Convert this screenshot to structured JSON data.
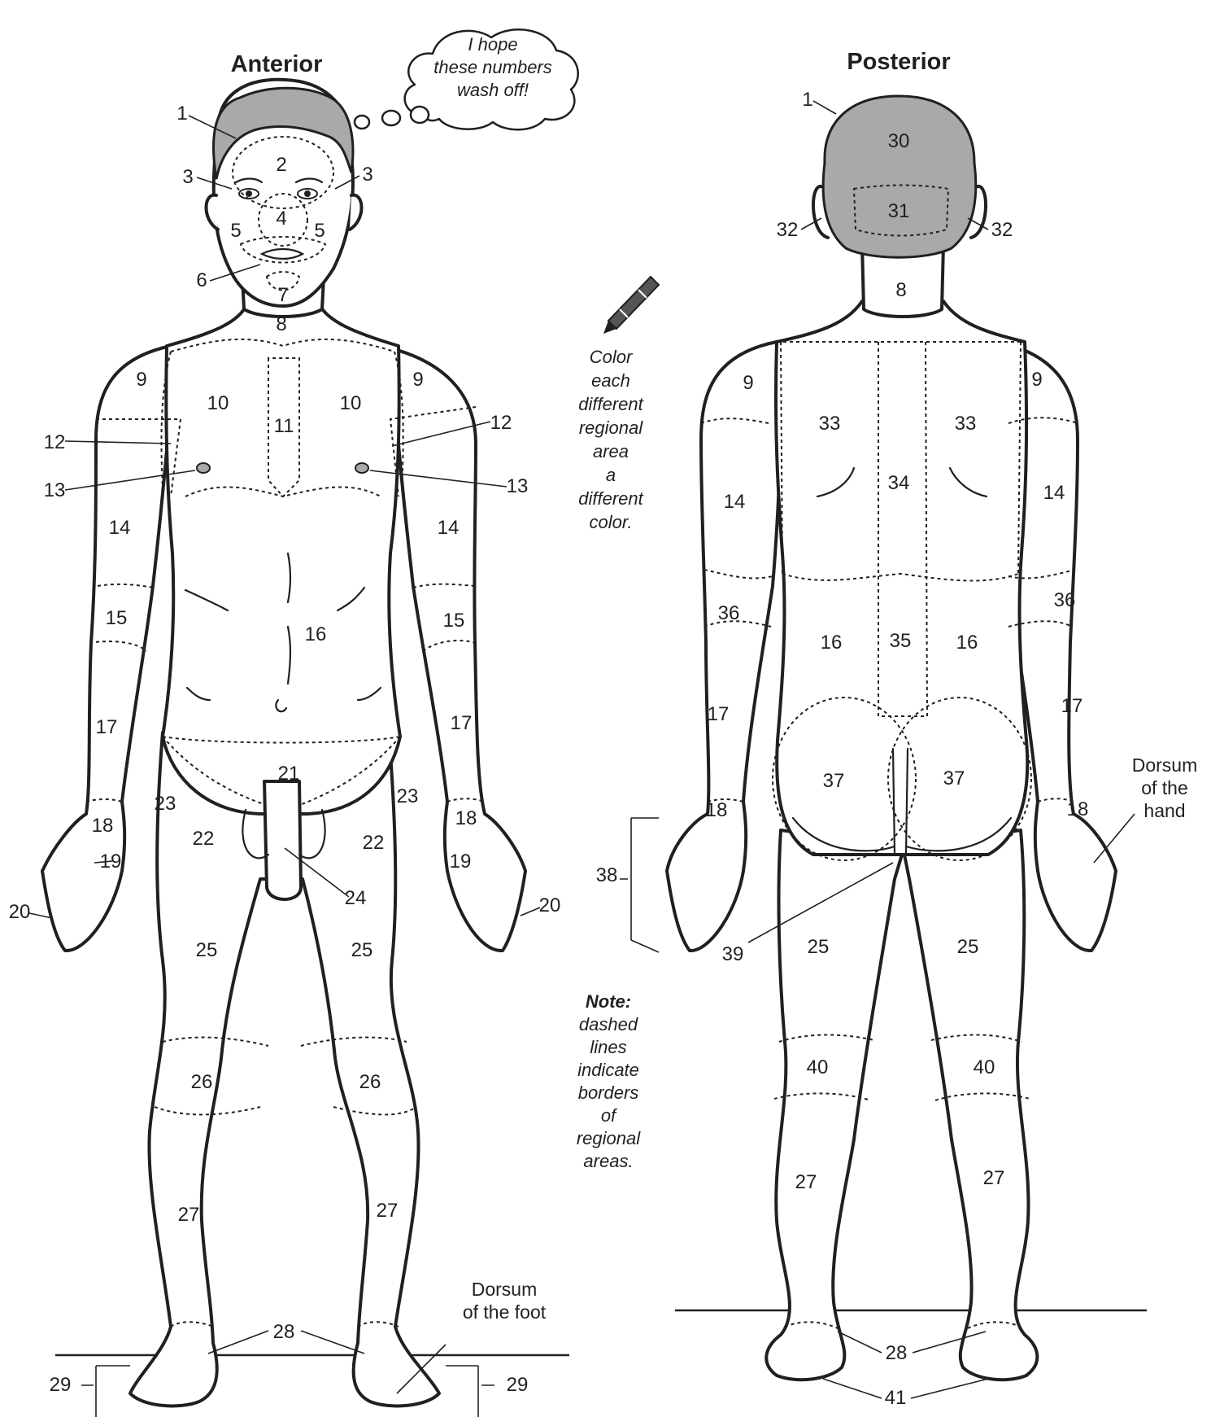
{
  "titles": {
    "anterior": "Anterior",
    "posterior": "Posterior"
  },
  "thought_bubble": [
    "I hope",
    "these numbers",
    "wash off!"
  ],
  "crayon_note": [
    "Color",
    "each",
    "different",
    "regional",
    "area",
    "a",
    "different",
    "color."
  ],
  "dashed_note": {
    "heading": "Note:",
    "lines": [
      "dashed",
      "lines",
      "indicate",
      "borders",
      "of",
      "regional",
      "areas."
    ]
  },
  "side_labels": {
    "dorsum_hand": [
      "Dorsum",
      "of the",
      "hand"
    ],
    "dorsum_foot": [
      "Dorsum",
      "of the foot"
    ]
  },
  "anterior_labels": [
    "1",
    "2",
    "3",
    "3",
    "4",
    "5",
    "5",
    "6",
    "7",
    "8",
    "9",
    "9",
    "10",
    "10",
    "11",
    "12",
    "12",
    "13",
    "13",
    "14",
    "14",
    "15",
    "15",
    "16",
    "17",
    "17",
    "18",
    "18",
    "19",
    "19",
    "20",
    "20",
    "21",
    "22",
    "22",
    "23",
    "23",
    "24",
    "25",
    "25",
    "26",
    "26",
    "27",
    "27",
    "28",
    "29",
    "29"
  ],
  "posterior_labels": [
    "1",
    "30",
    "31",
    "32",
    "32",
    "8",
    "9",
    "9",
    "33",
    "33",
    "34",
    "14",
    "14",
    "36",
    "36",
    "16",
    "35",
    "16",
    "17",
    "17",
    "37",
    "37",
    "18",
    "18",
    "38",
    "39",
    "25",
    "25",
    "40",
    "40",
    "27",
    "27",
    "28",
    "41"
  ],
  "colors": {
    "ink": "#231f20",
    "hair": "#a9a9a9",
    "background": "#ffffff"
  }
}
